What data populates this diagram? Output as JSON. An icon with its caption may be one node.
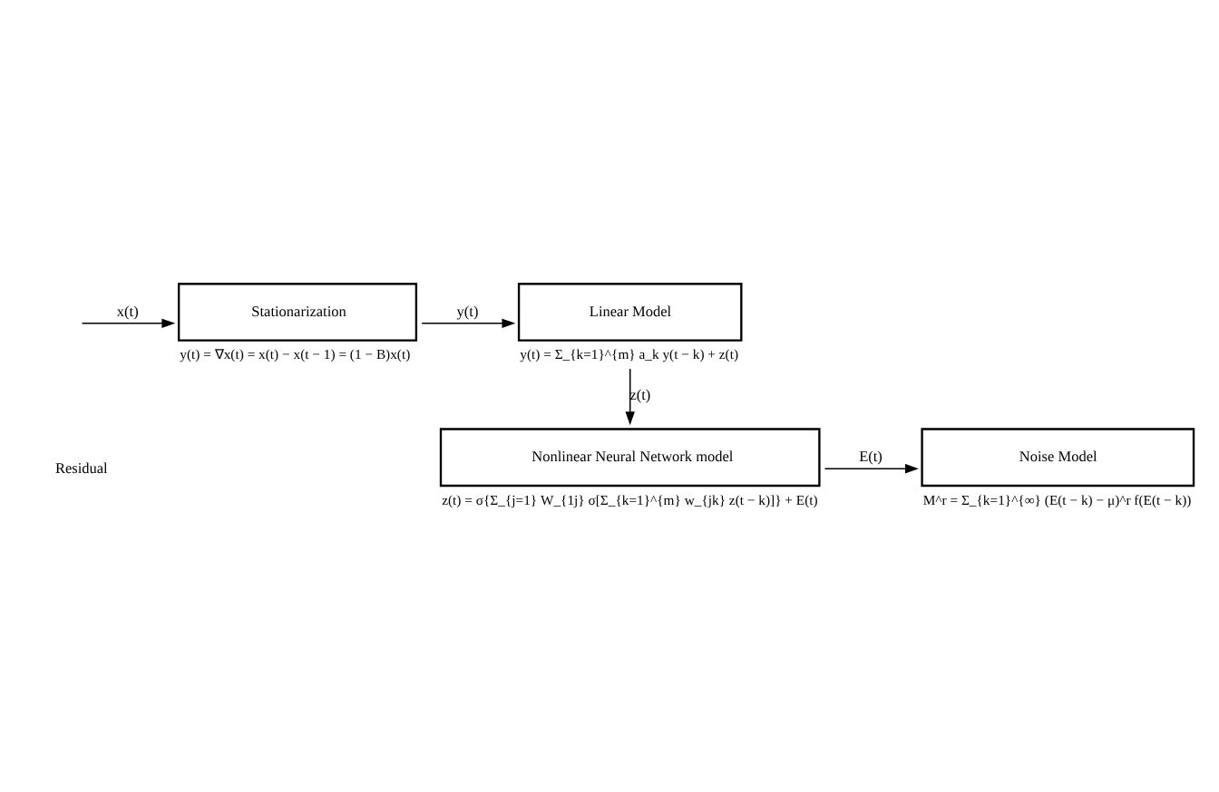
{
  "diagram": {
    "nodes": [
      {
        "text": [
          "Stationarization"
        ],
        "beside": [
          "y(t) = ∇x(t) = x(t) − x(t − 1) = (1 − B)x(t)"
        ]
      },
      {
        "text": [
          "Linear Model"
        ],
        "beside": [
          "y(t) = Σ_{k=1}^{m} a_k y(t − k) + z(t)"
        ]
      },
      {
        "text": [
          "Nonlinear Neural Network model"
        ],
        "beside": [
          "z(t) = σ{Σ_{j=1} W_{1j} σ[Σ_{k=1}^{m} w_{jk} z(t − k)]} + E(t)"
        ]
      },
      {
        "text": [
          "Noise Model"
        ],
        "beside": [
          "M^r = Σ_{k=1}^{∞} (E(t − k) − μ)^r f(E(t − k))"
        ]
      }
    ],
    "edges": [
      {
        "from": null,
        "to": 0,
        "arrow": "to",
        "label": "x(t)"
      },
      {
        "from": 0,
        "to": 1,
        "arrow": "to",
        "label": "y(t)"
      },
      {
        "from": 1,
        "to": 2,
        "arrow": "to",
        "label": "z(t)"
      },
      {
        "from": 2,
        "to": 3,
        "arrow": "to",
        "label": "E(t)"
      }
    ],
    "labels": [
      "Residual"
    ]
  }
}
